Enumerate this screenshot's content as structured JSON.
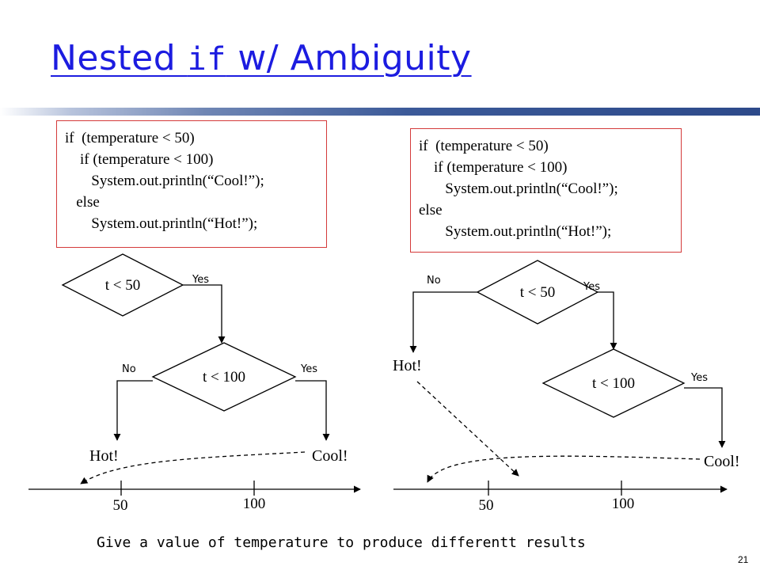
{
  "slide": {
    "title_prefix": "Nested ",
    "title_code": "if",
    "title_suffix": " w/ Ambiguity",
    "page_number": "21",
    "footer": "Give a value of temperature to produce differentt results"
  },
  "left": {
    "code": [
      "if  (temperature < 50)",
      "    if (temperature < 100)",
      "       System.out.println(“Cool!”);",
      "   else",
      "       System.out.println(“Hot!”);"
    ],
    "decision_outer": "t < 50",
    "decision_inner": "t < 100",
    "outer_yes": "Yes",
    "inner_no": "No",
    "inner_yes": "Yes",
    "result_hot": "Hot!",
    "result_cool": "Cool!",
    "tick_50": "50",
    "tick_100": "100"
  },
  "right": {
    "code": [
      "if  (temperature < 50)",
      "    if (temperature < 100)",
      "       System.out.println(“Cool!”);",
      "else",
      "       System.out.println(“Hot!”);"
    ],
    "decision_outer": "t < 50",
    "decision_inner": "t < 100",
    "outer_no": "No",
    "outer_yes": "Yes",
    "inner_yes": "Yes",
    "result_hot": "Hot!",
    "result_cool": "Cool!",
    "tick_50": "50",
    "tick_100": "100"
  },
  "colors": {
    "title": "#1c1ce0",
    "code_border": "#d43a3a",
    "lines": "#000000"
  }
}
